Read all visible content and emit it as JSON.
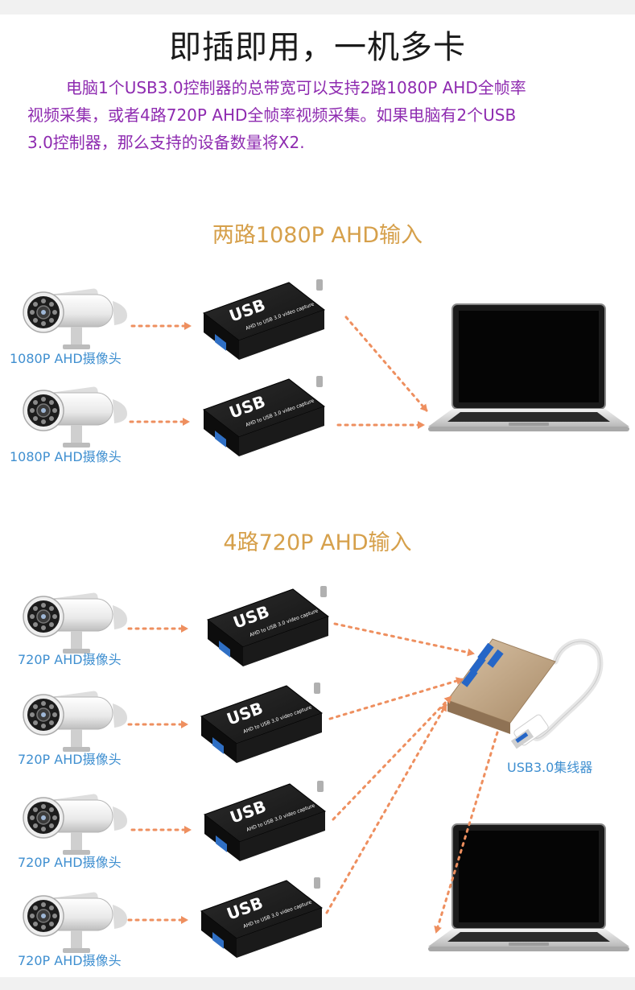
{
  "title": "即插即用，一机多卡",
  "intro": {
    "lines": [
      "电脑1个USB3.0控制器的总带宽可以支持2路1080P AHD全帧率",
      "视频采集，或者4路720P AHD全帧率视频采集。如果电脑有2个USB",
      "3.0控制器，那么支持的设备数量将X2."
    ]
  },
  "section1": {
    "heading": "两路1080P AHD输入",
    "cameras": [
      "1080P AHD摄像头",
      "1080P AHD摄像头"
    ]
  },
  "section2": {
    "heading": "4路720P AHD输入",
    "cameras": [
      "720P AHD摄像头",
      "720P AHD摄像头",
      "720P AHD摄像头",
      "720P AHD摄像头"
    ],
    "hub_label": "USB3.0集线器"
  },
  "device": {
    "brand": "USB",
    "caption": "AHD to USB 3.0 video capture"
  },
  "colors": {
    "title": "#1a1a1a",
    "intro": "#8e2bb0",
    "heading": "#d6a04b",
    "label": "#3f8fd0",
    "arrow": "#ee8f5f"
  }
}
